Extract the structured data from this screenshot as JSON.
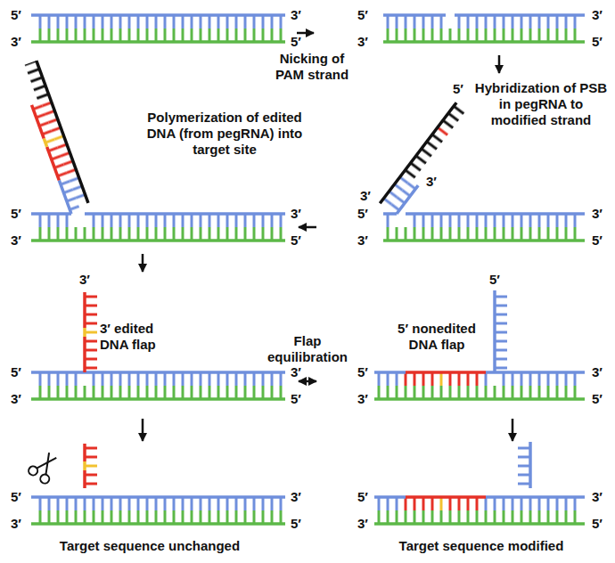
{
  "diagram": {
    "nodes": [
      {
        "text": [
          "5′",
          "3′",
          "3′",
          "5′"
        ]
      },
      {
        "text": [
          "5′",
          "3′",
          "3′",
          "5′"
        ]
      },
      {
        "text": [
          "5′",
          "3′",
          "3′",
          "5′",
          "3′",
          "3′",
          "5′"
        ]
      },
      {
        "text": [
          "5′",
          "3′",
          "3′",
          "5′"
        ]
      },
      {
        "text": [
          "3′",
          "3′ edited DNA flap",
          "5′",
          "3′",
          "3′",
          "5′"
        ]
      },
      {
        "text": [
          "5′",
          "5′ nonedited DNA flap",
          "5′",
          "3′",
          "3′",
          "5′"
        ]
      },
      {
        "text": [
          "5′",
          "3′",
          "3′",
          "5′",
          "Target sequence unchanged"
        ]
      },
      {
        "text": [
          "5′",
          "3′",
          "3′",
          "5′",
          "Target sequence modified"
        ]
      }
    ],
    "edges": [
      {
        "from": 0,
        "to": 1,
        "arrow": "to",
        "label": "Nicking of PAM strand"
      },
      {
        "from": 1,
        "to": 2,
        "arrow": "to",
        "label": "Hybridization of PSB in pegRNA to modified strand"
      },
      {
        "from": 2,
        "to": 3,
        "arrow": "to",
        "label": "Polymerization of edited DNA (from pegRNA) into target site"
      },
      {
        "from": 3,
        "to": 4,
        "arrow": "to"
      },
      {
        "from": 4,
        "to": 5,
        "arrow": "both",
        "label": "Flap equilibration"
      },
      {
        "from": 4,
        "to": 6,
        "arrow": "to"
      },
      {
        "from": 5,
        "to": 7,
        "arrow": "to"
      }
    ]
  }
}
